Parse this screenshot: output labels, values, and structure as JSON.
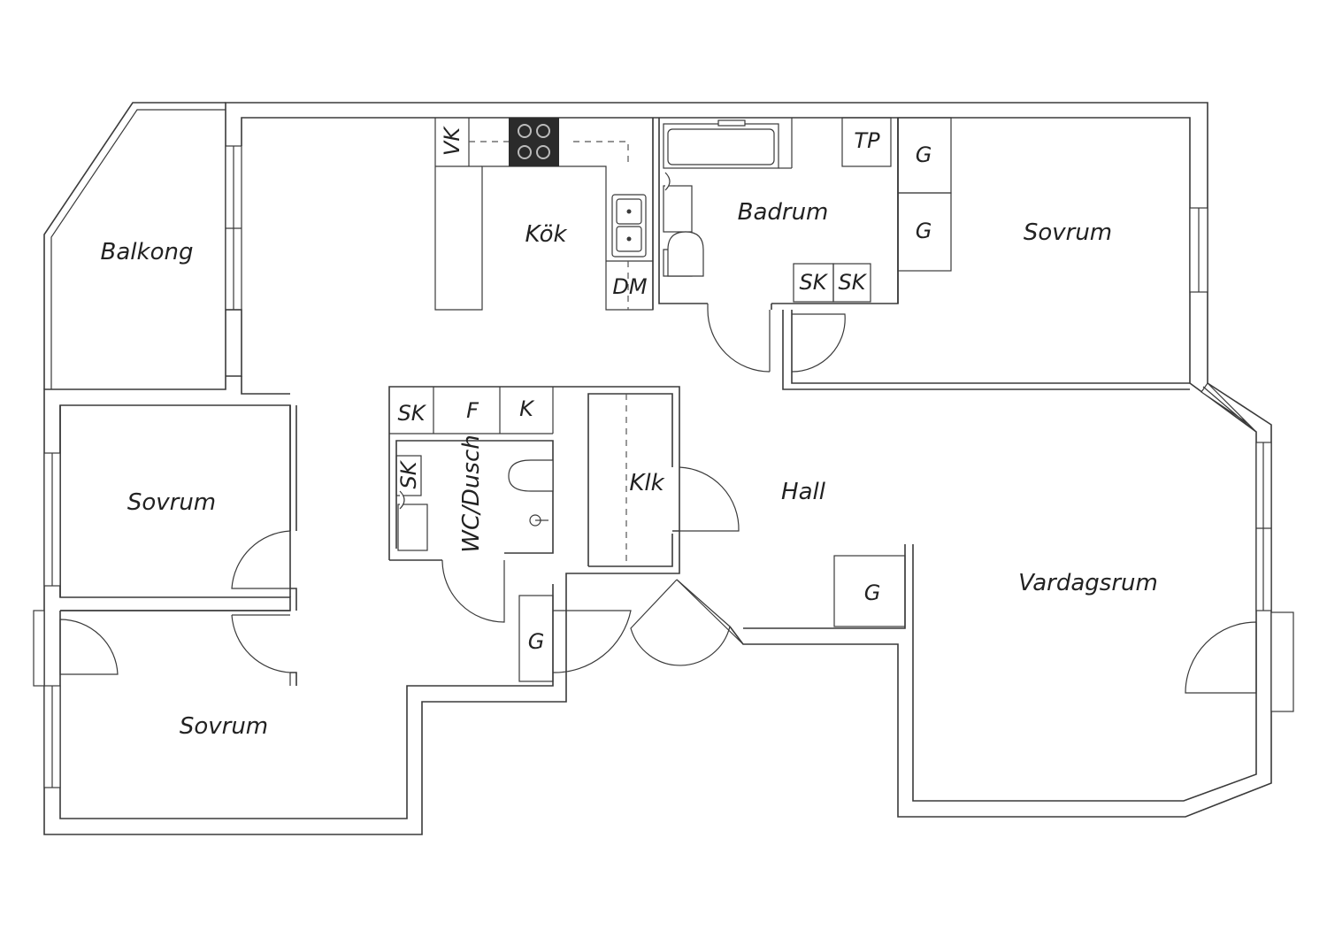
{
  "rooms": {
    "balkong": "Balkong",
    "kok": "Kök",
    "badrum": "Badrum",
    "sovrum_ne": "Sovrum",
    "sovrum_w": "Sovrum",
    "sovrum_sw": "Sovrum",
    "wc_dusch": "WC/Dusch",
    "klk": "Klk",
    "hall": "Hall",
    "vardagsrum": "Vardagsrum"
  },
  "fixtures": {
    "vk": "VK",
    "dm": "DM",
    "tp": "TP",
    "sk_bath_1": "SK",
    "sk_bath_2": "SK",
    "g_ne_1": "G",
    "g_ne_2": "G",
    "sk_hall": "SK",
    "f": "F",
    "k": "K",
    "sk_wc": "SK",
    "g_entry": "G",
    "g_hall": "G"
  },
  "colors": {
    "wall": "#3a3a3a",
    "stove": "#2b2b2b",
    "background": "#ffffff"
  }
}
